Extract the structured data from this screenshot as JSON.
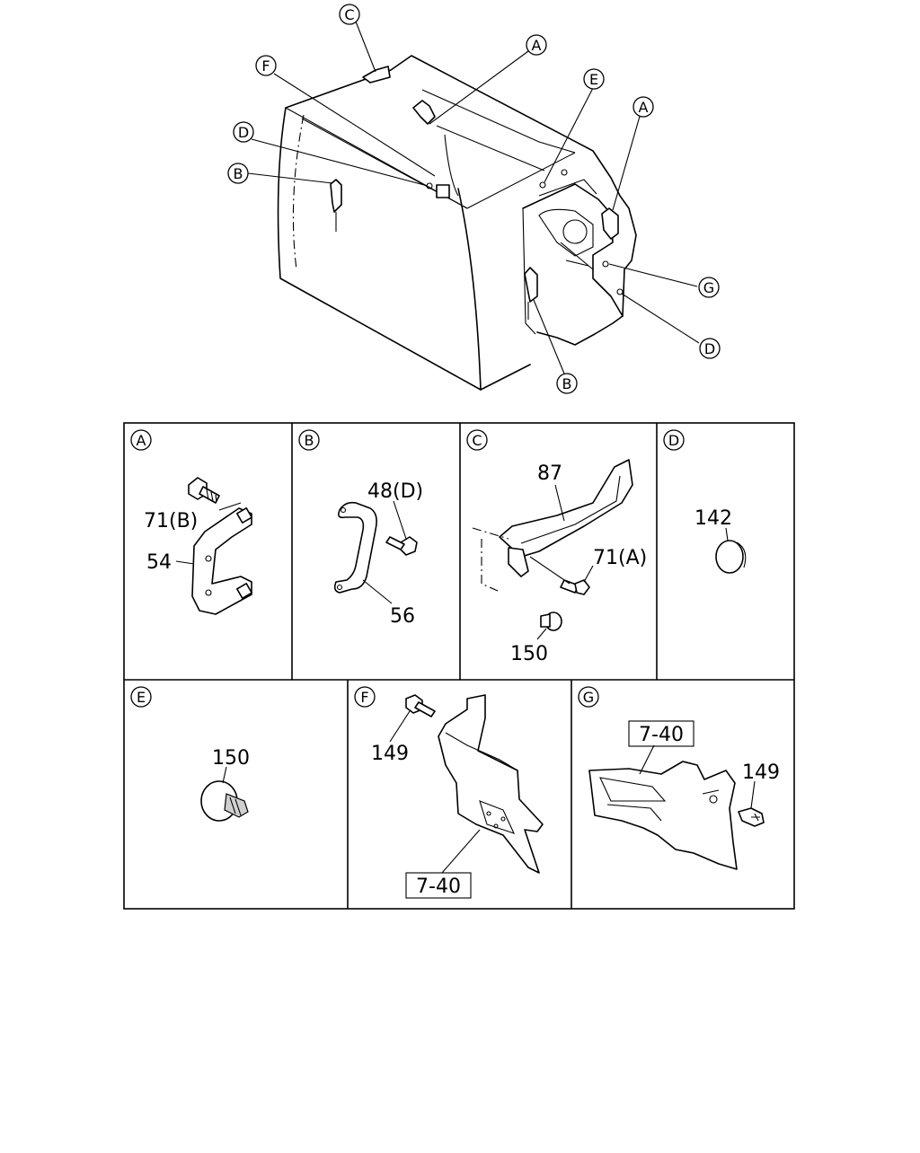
{
  "overview": {
    "callouts": [
      {
        "letter": "C"
      },
      {
        "letter": "A"
      },
      {
        "letter": "F"
      },
      {
        "letter": "E"
      },
      {
        "letter": "A"
      },
      {
        "letter": "D"
      },
      {
        "letter": "B"
      },
      {
        "letter": "G"
      },
      {
        "letter": "D"
      },
      {
        "letter": "B"
      }
    ]
  },
  "panels": [
    {
      "letter": "A",
      "labels": [
        "71(B)",
        "54"
      ]
    },
    {
      "letter": "B",
      "labels": [
        "48(D)",
        "56"
      ]
    },
    {
      "letter": "C",
      "labels": [
        "87",
        "71(A)",
        "150"
      ]
    },
    {
      "letter": "D",
      "labels": [
        "142"
      ]
    },
    {
      "letter": "E",
      "labels": [
        "150"
      ]
    },
    {
      "letter": "F",
      "labels": [
        "149",
        "7-40"
      ]
    },
    {
      "letter": "G",
      "labels": [
        "7-40",
        "149"
      ]
    }
  ]
}
